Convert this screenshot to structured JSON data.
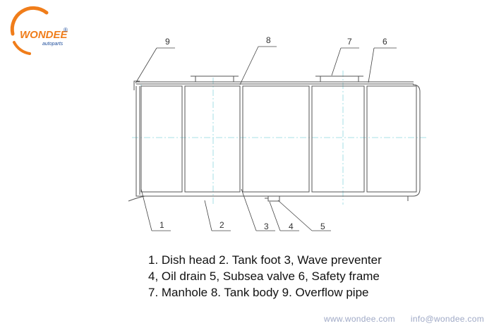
{
  "logo": {
    "brand": "WONDEE",
    "sub": "autoparts",
    "mark": "®",
    "colors": {
      "orange": "#f07d1a",
      "blue": "#1f4e9c"
    }
  },
  "callouts": [
    "1",
    "2",
    "3",
    "4",
    "5",
    "6",
    "7",
    "8",
    "9"
  ],
  "legend": {
    "line1": "1. Dish head 2. Tank foot 3, Wave preventer",
    "line2": "4, Oil drain 5, Subsea valve 6, Safety frame",
    "line3": "7. Manhole 8. Tank body 9. Overflow pipe"
  },
  "footer": {
    "website": "www.wondee.com",
    "email": "info@wondee.com"
  }
}
